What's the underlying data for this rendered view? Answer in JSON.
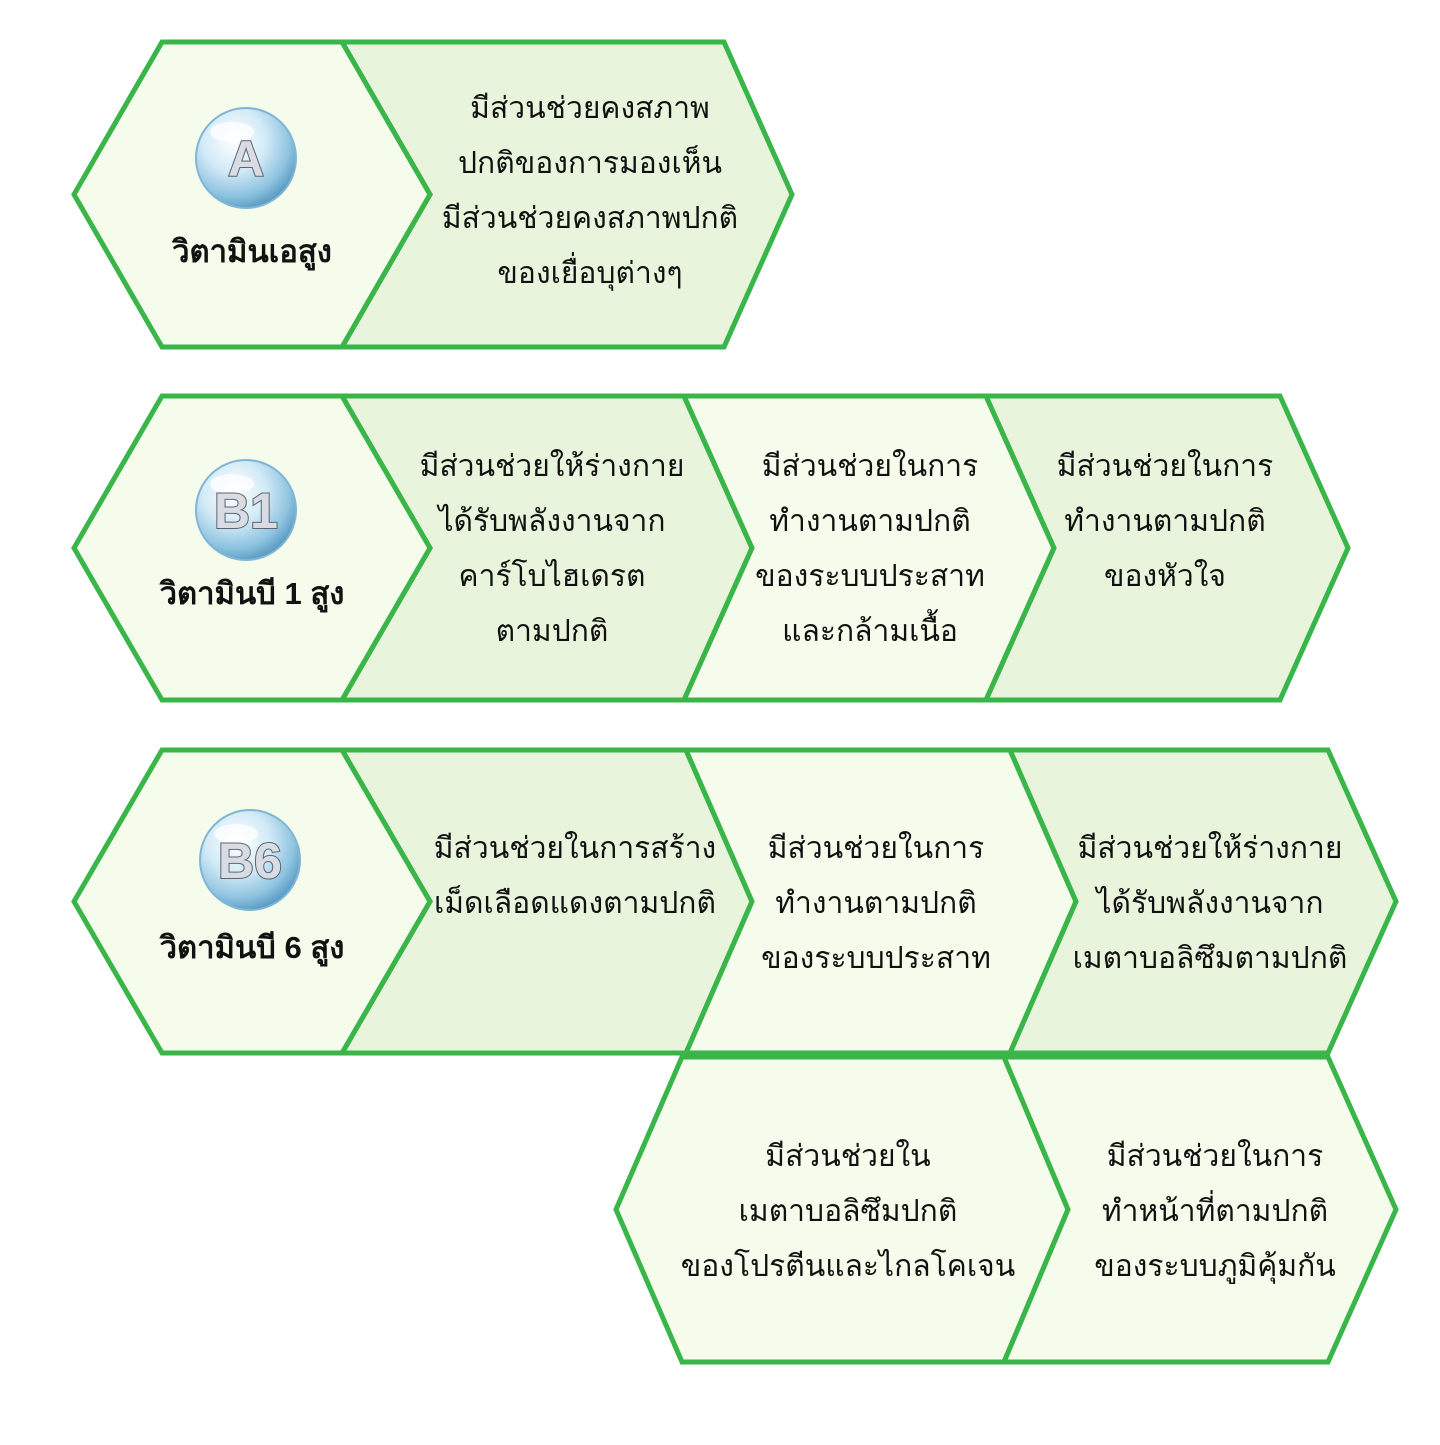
{
  "colors": {
    "stroke": "#39b54a",
    "fill_dark": "#e8f5dc",
    "fill_light": "#f6fcec",
    "text": "#111111"
  },
  "rows": [
    {
      "badge": "A",
      "title": "วิตามินเอสูง",
      "badge_icon": "glass-bubble-icon",
      "cells": [
        {
          "lines": [
            "มีส่วนช่วยคงสภาพ",
            "ปกติของการมองเห็น",
            "มีส่วนช่วยคงสภาพปกติ",
            "ของเยื่อบุต่างๆ"
          ]
        }
      ]
    },
    {
      "badge": "B1",
      "title": "วิตามินบี 1 สูง",
      "badge_icon": "glass-bubble-icon",
      "cells": [
        {
          "lines": [
            "มีส่วนช่วยให้ร่างกาย",
            "ได้รับพลังงานจาก",
            "คาร์โบไฮเดรต",
            "ตามปกติ"
          ]
        },
        {
          "lines": [
            "มีส่วนช่วยในการ",
            "ทำงานตามปกติ",
            "ของระบบประสาท",
            "และกล้ามเนื้อ"
          ]
        },
        {
          "lines": [
            "มีส่วนช่วยในการ",
            "ทำงานตามปกติ",
            "ของหัวใจ"
          ]
        }
      ]
    },
    {
      "badge": "B6",
      "title": "วิตามินบี 6 สูง",
      "badge_icon": "glass-bubble-icon",
      "cells": [
        {
          "lines": [
            "มีส่วนช่วยในการสร้าง",
            "เม็ดเลือดแดงตามปกติ"
          ]
        },
        {
          "lines": [
            "มีส่วนช่วยในการ",
            "ทำงานตามปกติ",
            "ของระบบประสาท"
          ]
        },
        {
          "lines": [
            "มีส่วนช่วยให้ร่างกาย",
            "ได้รับพลังงานจาก",
            "เมตาบอลิซึมตามปกติ"
          ]
        },
        {
          "lines": [
            "มีส่วนช่วยใน",
            "เมตาบอลิซึมปกติ",
            "ของโปรตีนและไกลโคเจน"
          ]
        },
        {
          "lines": [
            "มีส่วนช่วยในการ",
            "ทำหน้าที่ตามปกติ",
            "ของระบบภูมิคุ้มกัน"
          ]
        }
      ]
    }
  ]
}
